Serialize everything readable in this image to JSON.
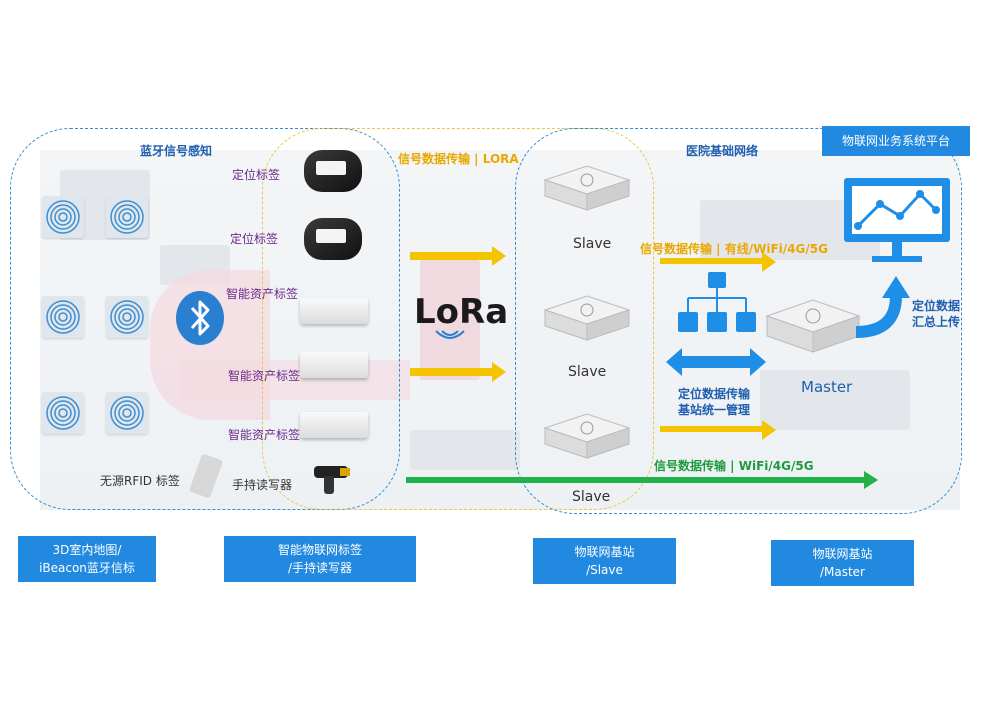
{
  "regions": {
    "bluetooth": "蓝牙信号感知",
    "hospital_network": "医院基础网络",
    "platform": "物联网业务系统平台"
  },
  "devices": {
    "locate_tag_1": "定位标签",
    "locate_tag_2": "定位标签",
    "asset_tag_1": "智能资产标签",
    "asset_tag_2": "智能资产标签",
    "asset_tag_3": "智能资产标签",
    "rfid": "无源RFID 标签",
    "reader": "手持读写器"
  },
  "flows": {
    "lora_prefix": "信号数据传输 | ",
    "lora_suffix": "LORA",
    "wired_prefix": "信号数据传输 | ",
    "wired_suffix": "有线/WiFi/4G/5G",
    "wireless_prefix": "信号数据传输 | ",
    "wireless_suffix": "WiFi/4G/5G",
    "location_manage_1": "定位数据传输",
    "location_manage_2": "基站统一管理",
    "upload_1": "定位数据",
    "upload_2": "汇总上传"
  },
  "lora_logo": "LoRa",
  "stations": {
    "slave_1": "Slave",
    "slave_2": "Slave",
    "slave_3": "Slave",
    "master": "Master"
  },
  "captions": {
    "c1": "3D室内地图/\niBeacon蓝牙信标",
    "c2": "智能物联网标签\n/手持读写器",
    "c3": "物联网基站\n/Slave",
    "c4": "物联网基站\n/Master"
  },
  "colors": {
    "accent_blue": "#2189e0",
    "lora_yellow": "#f5c400",
    "network_green": "#22b04b",
    "label_purple": "#6a2a8a"
  }
}
